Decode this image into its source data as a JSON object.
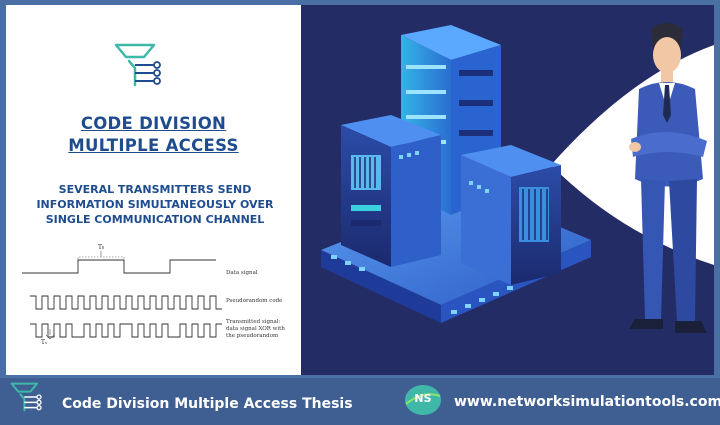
{
  "title_line1": "CODE DIVISION",
  "title_line2": "MULTIPLE ACCESS",
  "subtitle_line1": "SEVERAL TRANSMITTERS SEND",
  "subtitle_line2": "INFORMATION SIMULTANEOUSLY OVER",
  "subtitle_line3": "SINGLE COMMUNICATION CHANNEL",
  "diagram": {
    "tb_label": "Tᵦ",
    "ts_label": "Tₛ",
    "data_label": "Data signal",
    "pn_label": "Pseudorandom code",
    "tx_label_line1": "Transmitted signal:",
    "tx_label_line2": "data signal XOR with",
    "tx_label_line3": "the pseudorandom"
  },
  "footer": {
    "title": "Code Division Multiple Access Thesis",
    "badge": "NS",
    "website": "www.networksimulationtools.com"
  },
  "colors": {
    "brand_blue": "#1f4c8f",
    "bar": "#3f5f92",
    "navy": "#242c66",
    "teal": "#3fb8a8"
  },
  "icons": [
    "funnel-network-icon",
    "ns-badge-icon",
    "server-illustration",
    "businessman-illustration"
  ]
}
